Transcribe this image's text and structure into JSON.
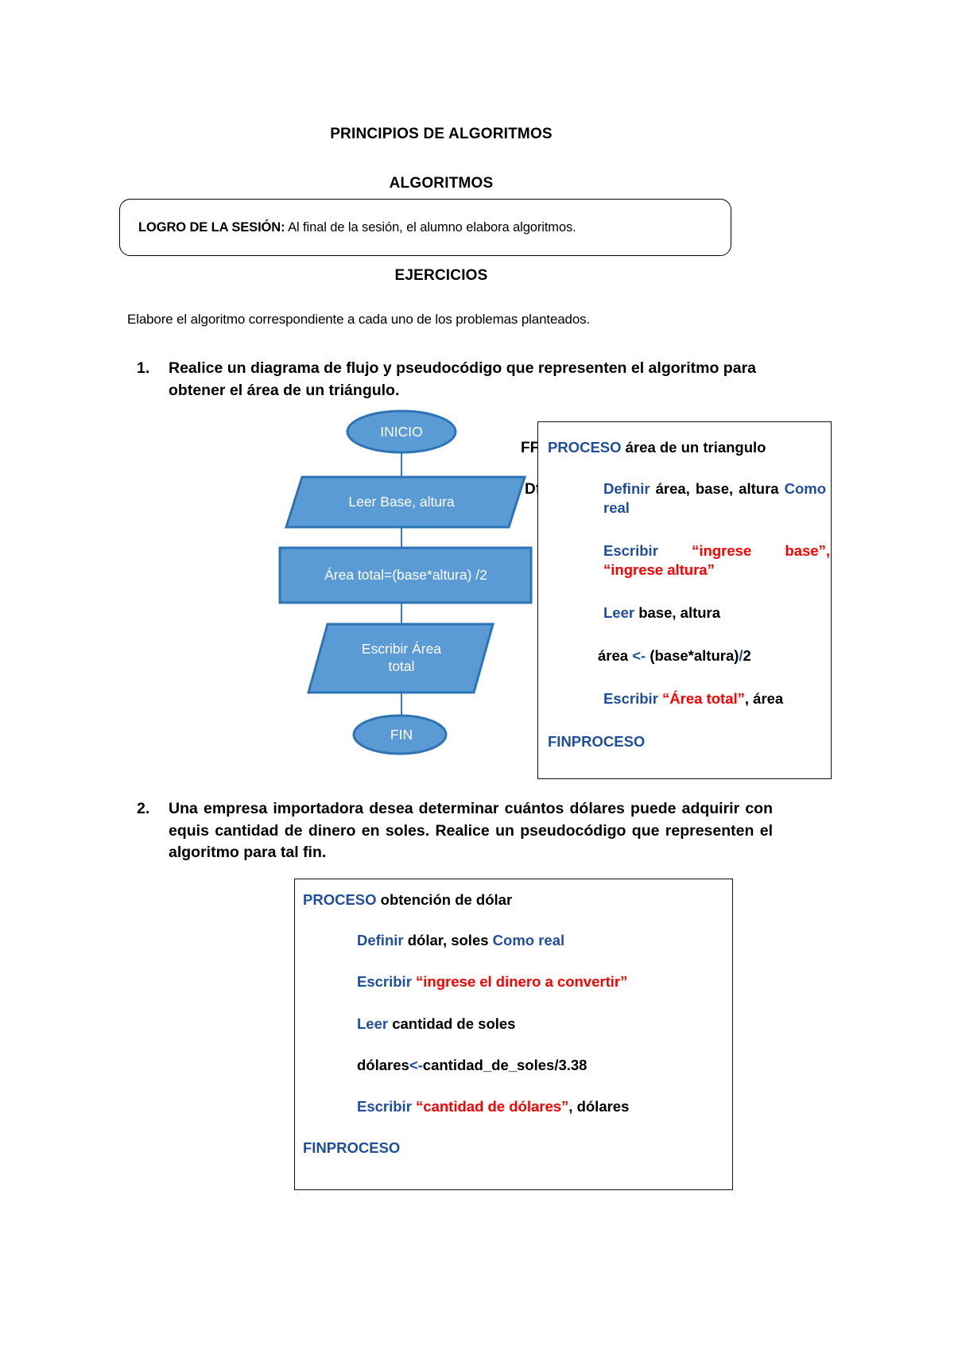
{
  "document": {
    "title": "PRINCIPIOS DE ALGORITMOS",
    "subtitle": "ALGORITMOS",
    "goal_label": "LOGRO DE LA SESIÓN:",
    "goal_text": " Al final de la sesión, el alumno elabora algoritmos.",
    "section_title": "EJERCICIOS",
    "intro": "Elabore el algoritmo correspondiente a cada uno de los problemas planteados."
  },
  "exercises": [
    {
      "number": "1.",
      "text": "Realice un diagrama de flujo y pseudocódigo que representen el algoritmo para obtener el área de un triángulo."
    },
    {
      "number": "2.",
      "text": "Una empresa importadora desea determinar cuántos dólares puede adquirir con equis cantidad de dinero en soles. Realice un pseudocódigo que representen el algoritmo para tal fin."
    }
  ],
  "flowchart": {
    "fill_color": "#5B9BD5",
    "stroke_color": "#2E74B5",
    "text_color": "#FFFFFF",
    "nodes": [
      {
        "id": "inicio",
        "shape": "ellipse",
        "label": "INICIO"
      },
      {
        "id": "leer",
        "shape": "parallelogram",
        "label": "Leer Base, altura"
      },
      {
        "id": "calculo",
        "shape": "rectangle",
        "label": "Área total=(base*altura) /2"
      },
      {
        "id": "escribir",
        "shape": "parallelogram",
        "label": "Escribir Área\ntotal"
      },
      {
        "id": "fin",
        "shape": "ellipse",
        "label": "FIN"
      }
    ],
    "occluded_labels": [
      "FF",
      "Df"
    ]
  },
  "pseudocode_1": {
    "header_kw": "PROCESO",
    "header_name": " área de un triangulo",
    "lines": [
      {
        "kw": "Definir",
        "plain": " área, base, altura ",
        "kw2": "Como real"
      },
      {
        "kw": "Escribir",
        "str": "  “ingrese base”, “ingrese altura”"
      },
      {
        "kw": "Leer",
        "plain": " base, altura"
      },
      {
        "plain_pre": "área ",
        "op": "<- ",
        "plain": "(base*altura)",
        "op2": "/",
        "plain_post": "2"
      },
      {
        "kw": "Escribir ",
        "str": "“Área total”",
        "plain": ", área"
      }
    ],
    "footer": "FINPROCESO"
  },
  "pseudocode_2": {
    "header_kw": "PROCESO",
    "header_name": " obtención de dólar",
    "lines": [
      {
        "kw": "Definir",
        "plain": " dólar, soles ",
        "kw2": "Como real"
      },
      {
        "kw": "Escribir",
        "str": " “ingrese el dinero a convertir”"
      },
      {
        "kw": "Leer",
        "plain": " cantidad de soles"
      },
      {
        "plain_pre": "dólares",
        "op": "<-",
        "plain": "cantidad_de_soles/3.38"
      },
      {
        "kw": "Escribir ",
        "str": "“cantidad de dólares”",
        "plain": ", dólares"
      }
    ],
    "footer": "FINPROCESO"
  }
}
